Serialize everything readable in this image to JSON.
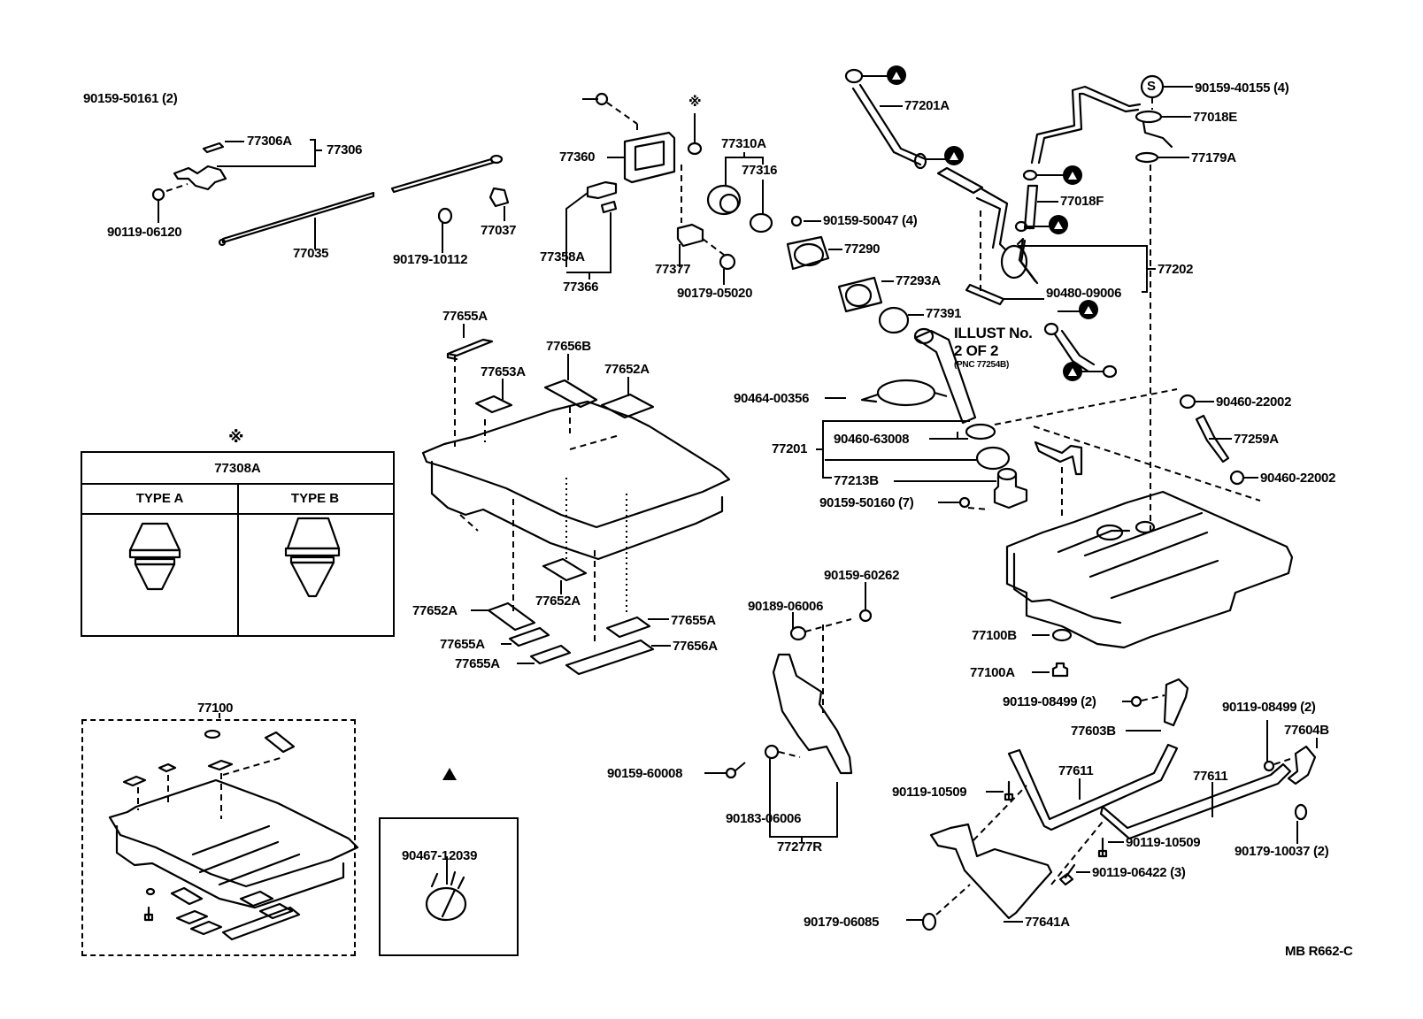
{
  "diagram": {
    "type": "exploded-parts-diagram",
    "reference_code": "MB R662-C",
    "illustration_note": {
      "line1": "ILLUST No.",
      "line2": "2 OF 2",
      "line3": "(PNC 77254B)"
    },
    "symbols": {
      "asterisk": "※",
      "triangle": "▲",
      "s_circle": "S"
    },
    "parts": {
      "p90159_50161": "90159-50161 (2)",
      "p77306A": "77306A",
      "p77306": "77306",
      "p90119_06120": "90119-06120",
      "p77035": "77035",
      "p90179_10112": "90179-10112",
      "p77037": "77037",
      "p77360": "77360",
      "p77358A": "77358A",
      "p77366": "77366",
      "p77377": "77377",
      "p90179_05020": "90179-05020",
      "p77310A": "77310A",
      "p77316": "77316",
      "p90159_50047": "90159-50047 (4)",
      "p77290": "77290",
      "p77293A": "77293A",
      "p77391": "77391",
      "p77201A": "77201A",
      "p90159_40155": "90159-40155 (4)",
      "p77018E": "77018E",
      "p77179A": "77179A",
      "p77018F": "77018F",
      "p77202": "77202",
      "p90480_09006": "90480-09006",
      "p90464_00356": "90464-00356",
      "p77201": "77201",
      "p90460_63008": "90460-63008",
      "p77213B": "77213B",
      "p90159_50160": "90159-50160 (7)",
      "p90460_22002_a": "90460-22002",
      "p77259A": "77259A",
      "p90460_22002_b": "90460-22002",
      "p77655A_top": "77655A",
      "p77656B": "77656B",
      "p77653A": "77653A",
      "p77652A_top": "77652A",
      "p77652A_mid": "77652A",
      "p77652A_left": "77652A",
      "p77655A_right": "77655A",
      "p77655A_l1": "77655A",
      "p77656A": "77656A",
      "p77655A_l2": "77655A",
      "p90159_60262": "90159-60262",
      "p90189_06006": "90189-06006",
      "p90159_60008": "90159-60008",
      "p90183_06006": "90183-06006",
      "p77277R": "77277R",
      "p77100B": "77100B",
      "p77100A": "77100A",
      "p90119_08499_a": "90119-08499 (2)",
      "p77603B": "77603B",
      "p90119_08499_b": "90119-08499 (2)",
      "p77604B": "77604B",
      "p77611_a": "77611",
      "p77611_b": "77611",
      "p90119_10509_a": "90119-10509",
      "p90119_10509_b": "90119-10509",
      "p90119_06422": "90119-06422 (3)",
      "p90179_10037": "90179-10037 (2)",
      "p90179_06085": "90179-06085",
      "p77641A": "77641A",
      "p77100": "77100",
      "p90467_12039": "90467-12039"
    },
    "type_table": {
      "part_number": "77308A",
      "col_a": "TYPE A",
      "col_b": "TYPE B"
    }
  }
}
